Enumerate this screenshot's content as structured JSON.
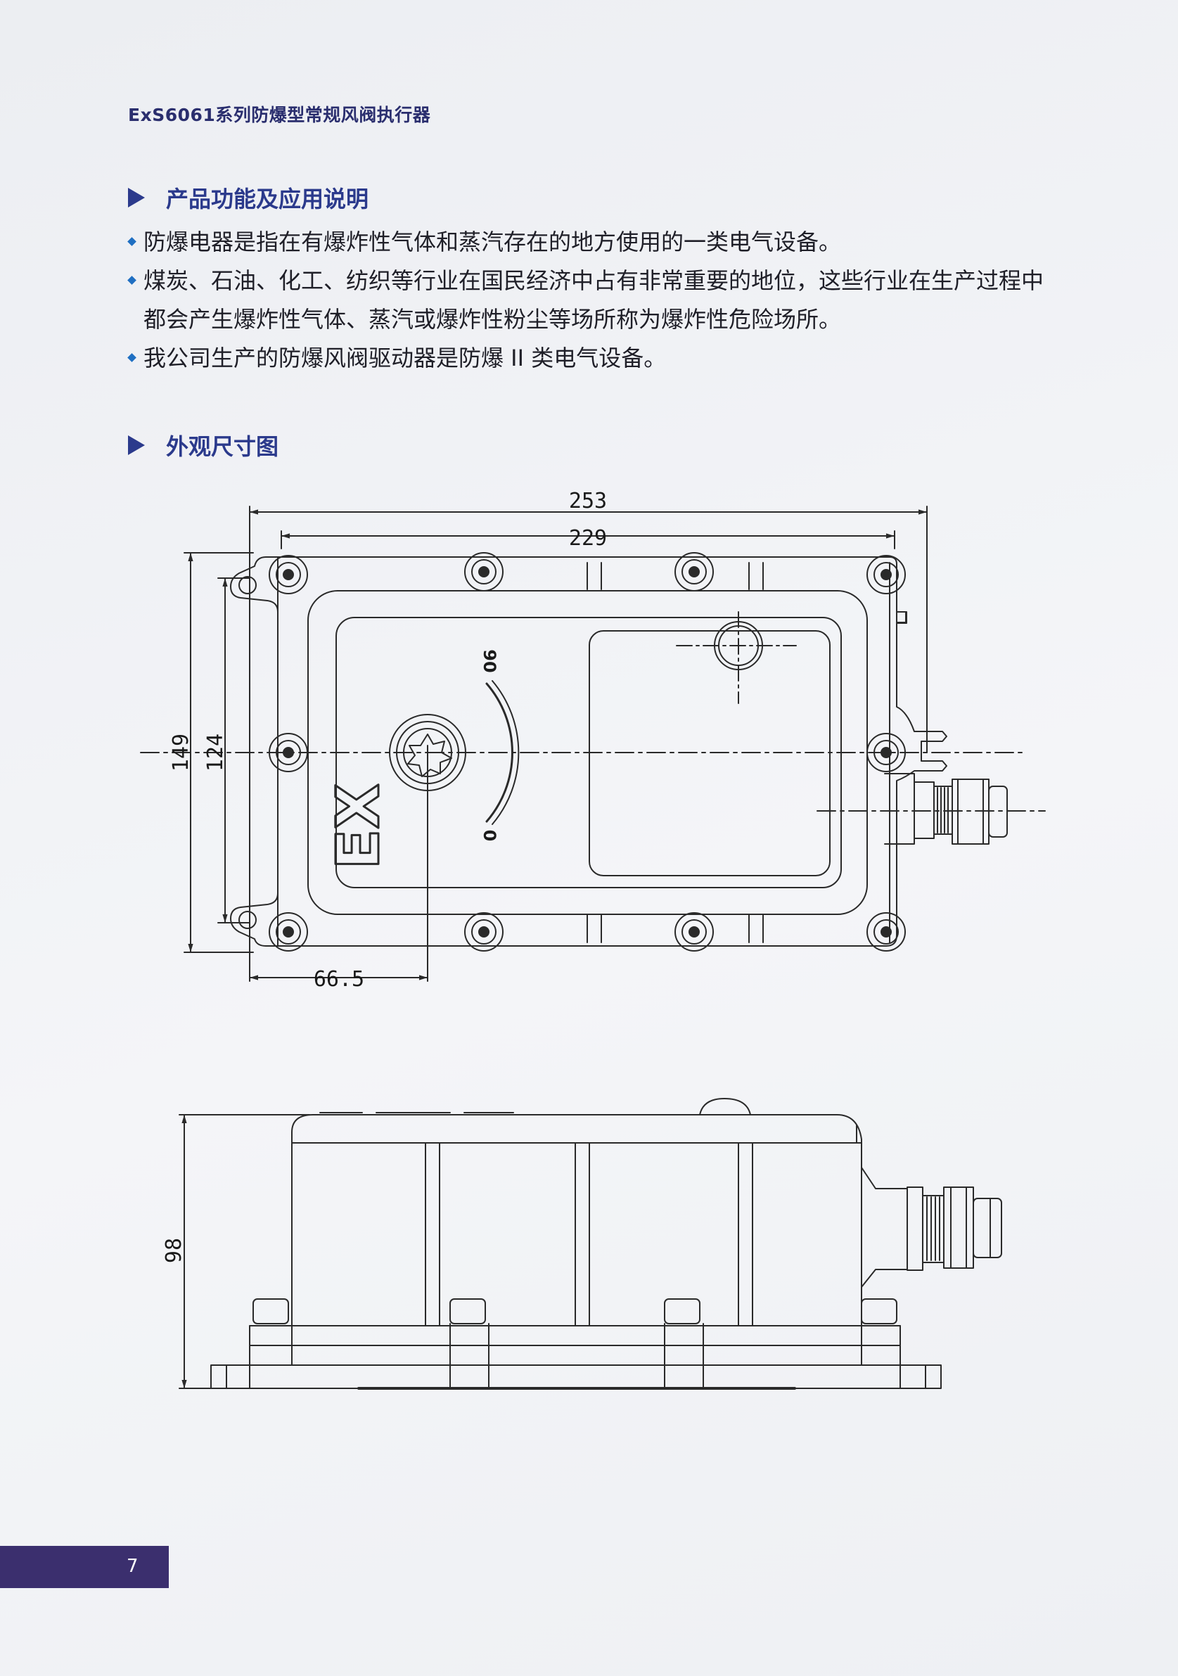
{
  "header": {
    "title": "ExS6061系列防爆型常规风阀执行器"
  },
  "sections": [
    {
      "title": "产品功能及应用说明"
    },
    {
      "title": "外观尺寸图"
    }
  ],
  "bullets": [
    {
      "lines": [
        "防爆电器是指在有爆炸性气体和蒸汽存在的地方使用的一类电气设备。"
      ]
    },
    {
      "lines": [
        "煤炭、石油、化工、纺织等行业在国民经济中占有非常重要的地位，这些行业在生产过程中",
        "都会产生爆炸性气体、蒸汽或爆炸性粉尘等场所称为爆炸性危险场所。"
      ]
    },
    {
      "lines": [
        "我公司生产的防爆风阀驱动器是防爆 II 类电气设备。"
      ]
    }
  ],
  "drawing": {
    "dimensions": {
      "overall_width": "253",
      "hole_pitch_width": "229",
      "overall_height": "149",
      "hole_pitch_height": "124",
      "shaft_offset": "66.5",
      "side_height": "98"
    },
    "scale_labels": {
      "max": "90",
      "min": "0"
    },
    "marking": "EX"
  },
  "footer": {
    "page_number": "7"
  },
  "colors": {
    "accent": "#2b3a8c",
    "bullet": "#1f6fc2",
    "page_tab": "#3b2f6e",
    "line": "#2a2a2a"
  }
}
